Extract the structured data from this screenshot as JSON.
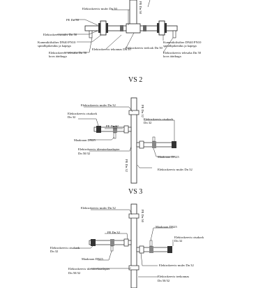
{
  "sections": [
    {
      "id": "top",
      "title": ""
    },
    {
      "id": "vs2",
      "title": "VS 2"
    },
    {
      "id": "vs3",
      "title": "VS 3"
    }
  ],
  "top_labels": {
    "elektrokeevis_mufv_dn50_top": "Elektrokeevis·muhv Dn 50",
    "vertical_pe": "PE Dn 50",
    "pe_dn50": "PE Dn 50",
    "elektrokeevis_mufv_dn50_left": "Elektrokeevismuhv Dn 50",
    "kummikiilsiiber_left": "Kummikiilsiiber DN40 PN10 spindlipikendus ja kapega",
    "elektrokeevis_telesaba_left": "Elektrokeevis·telesaba Dn 50 koos äärikuga",
    "elektrokeevis_teekonna": "Elektrokeevis·tekonnas Dn 50",
    "elektrokeevis_teekonna_mid": "Elektrokeevis·teelook Dn 50",
    "kummikiilsiiber_right": "Kummikiilsiiber DN40 PN10 spindlipikendus ja kapega",
    "elektrokeevis_telesaba_right": "Elektrokeevis·telesaba Dn 50 koos äärikuga"
  },
  "vs2_labels": {
    "mufv_top": "Elektrokeevis·muhv Dn 32",
    "vertical_pe": "PE Dn 32",
    "otsakork_left": "Elektrokeevis otsakork Dn 32",
    "pe_dn32": "PE Dn 32",
    "otsakork_right": "Elektrokeevis otsakork Dn 32",
    "maakraan_left": "Maakraan DN25",
    "uleminekuadapter": "Elektrokeevis·üleminekuadapter Dn 50/32",
    "maakraan_right": "Maakraan DN25",
    "mufv_bottom": "Elektrokeevis·muhv Dn 32"
  },
  "vs3_labels": {
    "vertical_pe": "PE Dn 50",
    "mufv_top": "Elektrokeevis·muhv Dn 32",
    "maakraan_top": "Maakraan DN25",
    "pe_dn32": "PE Dn 32",
    "otsakork_right": "Elektrokeevis otsakork Dn 32",
    "otsakork_left": "Elektrokeevis otsakork Dn 32",
    "maakraan_left": "Maakraan DN25",
    "mufv_right": "Elektrokeevis·muhv Dn 32",
    "uleminekuadapter": "Elektrokeevis·üleminekuadapter Dn 50/32",
    "teekonna": "Elektrokeevis·teekonnas Dn 50/32"
  }
}
